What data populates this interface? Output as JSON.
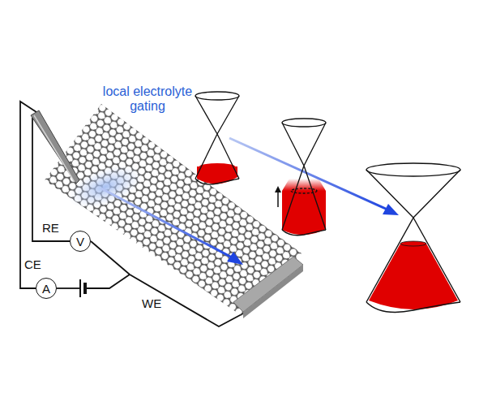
{
  "diagram": {
    "nodes": [
      {
        "text": [
          "V"
        ]
      },
      {
        "text": [
          "A"
        ]
      }
    ],
    "labels": [
      "local electrolyte gating",
      "RE",
      "CE",
      "WE"
    ]
  }
}
